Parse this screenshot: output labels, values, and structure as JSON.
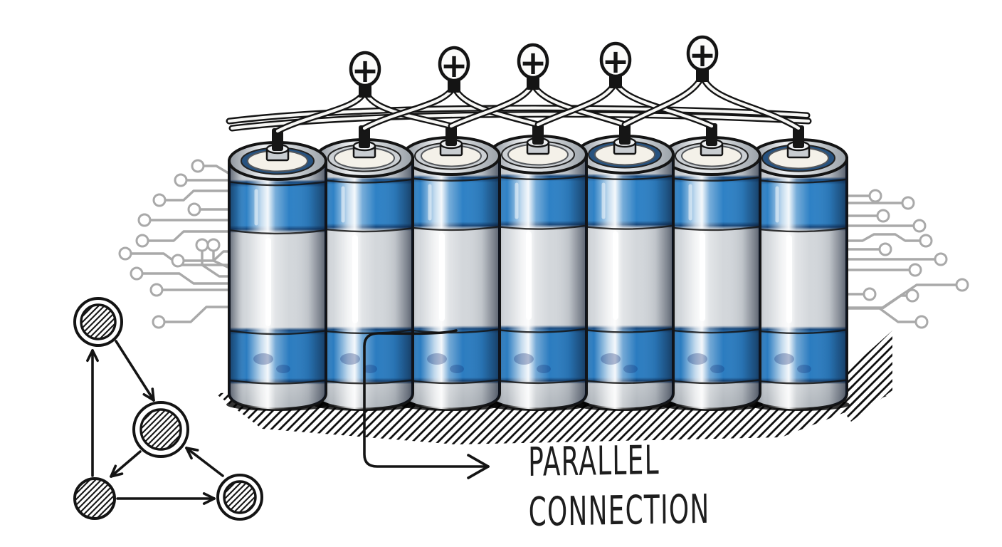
{
  "art": {
    "label": {
      "line1": "PARALLEL",
      "line2": "CONNECTION"
    },
    "plus_symbol": "+",
    "battery_count": 7,
    "positive_terminal_count": 5,
    "network_node_count": 4,
    "colors": {
      "battery_blue": "#2e81c5",
      "battery_blue_highlight": "#5aaede",
      "battery_blue_dark": "#16477c",
      "battery_silver": "#d3d7db",
      "lid_cream": "#f4f1e9",
      "lid_navy": "#27527f",
      "outline_ink": "#141414",
      "circuit_trace_gray": "#a9a9a9",
      "label_ink": "#1d1d1d",
      "background": "#ffffff"
    }
  }
}
